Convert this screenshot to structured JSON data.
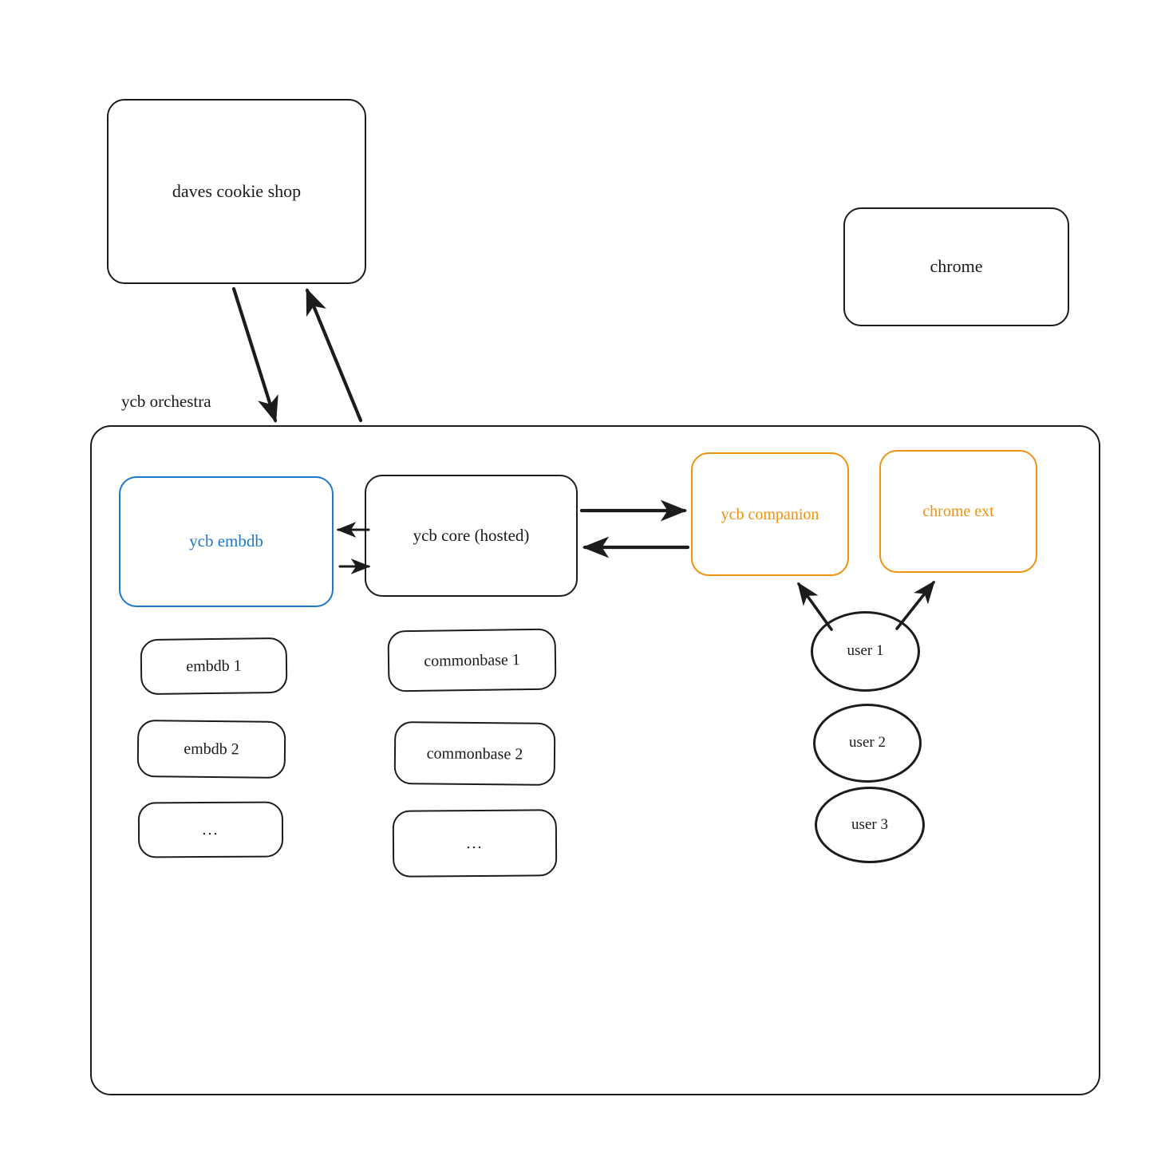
{
  "diagram": {
    "title_label": "ycb orchestra",
    "colors": {
      "stroke": "#1c1c1c",
      "blue": "#1f77c8",
      "orange": "#f0920f",
      "background": "#ffffff"
    }
  },
  "external_nodes": [
    {
      "id": "daves-cookie-shop",
      "label": "daves cookie shop",
      "shape": "rounded-rect",
      "color": "#1c1c1c"
    },
    {
      "id": "chrome",
      "label": "chrome",
      "shape": "rounded-rect",
      "color": "#1c1c1c"
    }
  ],
  "container": {
    "label": "ycb orchestra"
  },
  "services": [
    {
      "id": "ycb-embdb",
      "label": "ycb embdb",
      "shape": "rounded-rect",
      "color": "#1f77c8"
    },
    {
      "id": "ycb-core",
      "label": "ycb core (hosted)",
      "shape": "rounded-rect",
      "color": "#1c1c1c"
    },
    {
      "id": "ycb-companion",
      "label": "ycb companion",
      "shape": "rounded-rect",
      "color": "#f0920f"
    },
    {
      "id": "chrome-ext",
      "label": "chrome ext",
      "shape": "rounded-rect",
      "color": "#f0920f"
    }
  ],
  "embdb_instances": [
    {
      "id": "embdb-1",
      "label": "embdb 1"
    },
    {
      "id": "embdb-2",
      "label": "embdb 2"
    },
    {
      "id": "embdb-more",
      "label": "..."
    }
  ],
  "commonbase_instances": [
    {
      "id": "commonbase-1",
      "label": "commonbase 1"
    },
    {
      "id": "commonbase-2",
      "label": "commonbase 2"
    },
    {
      "id": "commonbase-more",
      "label": "..."
    }
  ],
  "users": [
    {
      "id": "user-1",
      "label": "user 1"
    },
    {
      "id": "user-2",
      "label": "user 2"
    },
    {
      "id": "user-3",
      "label": "user 3"
    }
  ],
  "edges": [
    {
      "id": "shop-to-orchestra",
      "from": "daves-cookie-shop",
      "to": "ycb-orchestra",
      "direction": "forward"
    },
    {
      "id": "orchestra-to-shop",
      "from": "ycb-orchestra",
      "to": "daves-cookie-shop",
      "direction": "forward"
    },
    {
      "id": "core-to-embdb",
      "from": "ycb-core",
      "to": "ycb-embdb",
      "direction": "forward"
    },
    {
      "id": "embdb-to-core",
      "from": "ycb-embdb",
      "to": "ycb-core",
      "direction": "forward"
    },
    {
      "id": "core-to-companion",
      "from": "ycb-core",
      "to": "ycb-companion",
      "direction": "forward"
    },
    {
      "id": "companion-to-core",
      "from": "ycb-companion",
      "to": "ycb-core",
      "direction": "forward"
    },
    {
      "id": "user1-to-companion",
      "from": "user-1",
      "to": "ycb-companion",
      "direction": "forward"
    },
    {
      "id": "user1-to-chrome-ext",
      "from": "user-1",
      "to": "chrome-ext",
      "direction": "forward"
    }
  ]
}
